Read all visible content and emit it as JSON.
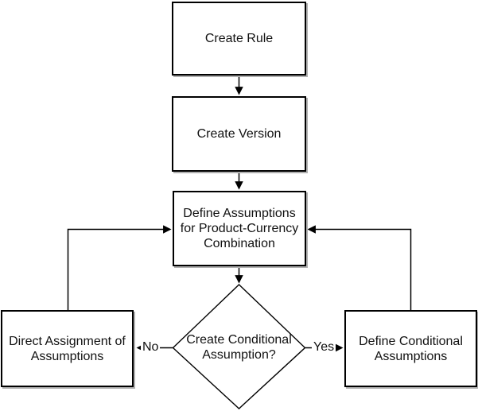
{
  "diagram": {
    "nodes": {
      "create_rule": {
        "label": "Create Rule",
        "shape": "rectangle"
      },
      "create_version": {
        "label": "Create Version",
        "shape": "rectangle"
      },
      "define_assumptions": {
        "label": "Define Assumptions for Product-Currency Combination",
        "shape": "rectangle"
      },
      "decision": {
        "label": "Create Conditional Assumption?",
        "shape": "diamond"
      },
      "direct_assignment": {
        "label": "Direct Assignment of Assumptions",
        "shape": "rectangle"
      },
      "define_conditional": {
        "label": "Define Conditional Assumptions",
        "shape": "rectangle"
      }
    },
    "edges": {
      "no_label": "No",
      "yes_label": "Yes"
    },
    "flow": [
      "Create Rule -> Create Version",
      "Create Version -> Define Assumptions for Product-Currency Combination",
      "Define Assumptions for Product-Currency Combination -> Create Conditional Assumption?",
      "Create Conditional Assumption? -No-> Direct Assignment of Assumptions",
      "Create Conditional Assumption? -Yes-> Define Conditional Assumptions",
      "Direct Assignment of Assumptions -> Define Assumptions for Product-Currency Combination",
      "Define Conditional Assumptions -> Define Assumptions for Product-Currency Combination"
    ],
    "colors": {
      "line": "#000000",
      "node_fill": "#ffffff",
      "node_border": "#000000",
      "text": "#111111",
      "shadow": "#b0b0b0",
      "background": "#ffffff"
    }
  }
}
